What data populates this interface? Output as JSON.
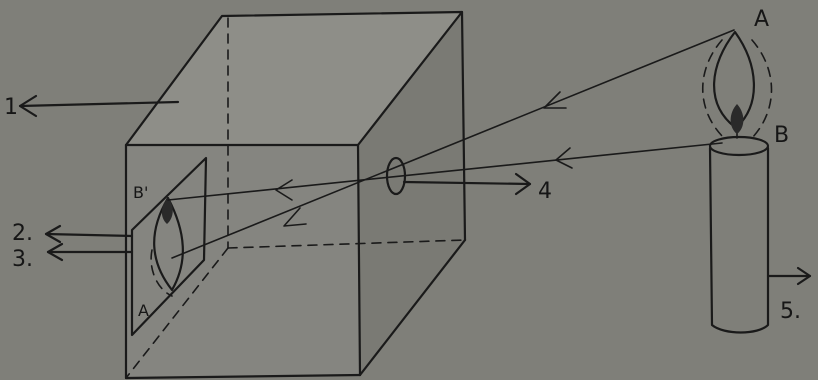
{
  "labels": {
    "l1": "1",
    "l2": "2.",
    "l3": "3.",
    "l4": "4",
    "l5": "5.",
    "point_a": "A",
    "point_b": "B",
    "image_b": "B'",
    "image_a": "A"
  },
  "colors": {
    "background": "#7f7f79",
    "ink": "#1a1a1a",
    "shade_top": "#8e8e88",
    "shade_front": "#858580",
    "flame_core": "#2a2a2a"
  }
}
